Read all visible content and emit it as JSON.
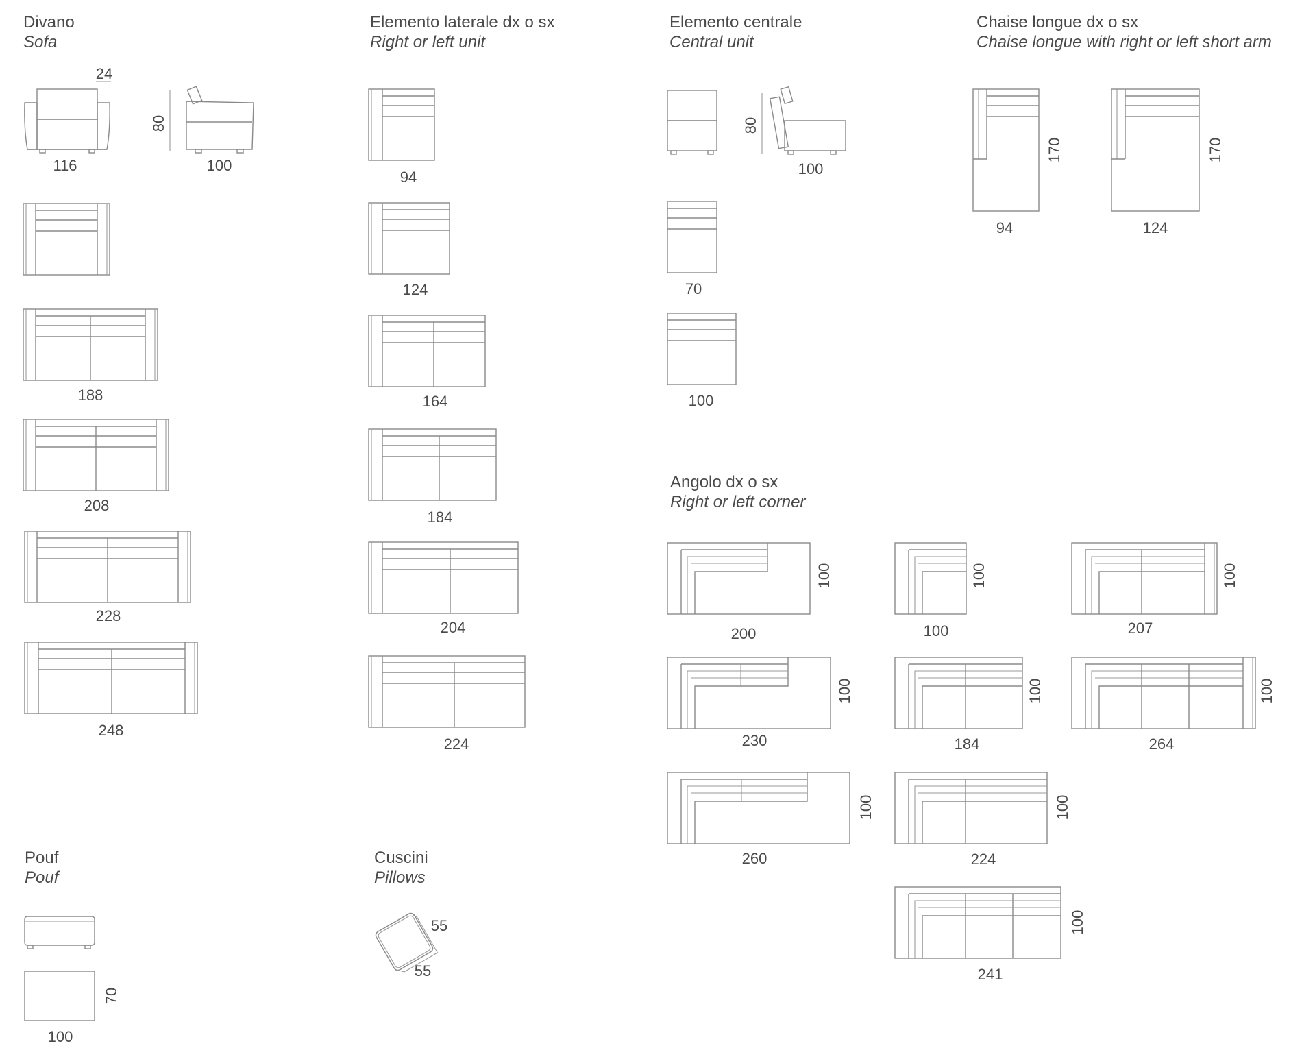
{
  "sections": {
    "sofa": {
      "title": "Divano",
      "subtitle": "Sofa"
    },
    "side_unit": {
      "title": "Elemento laterale dx o sx",
      "subtitle": "Right or left unit"
    },
    "central_unit": {
      "title": "Elemento centrale",
      "subtitle": "Central unit"
    },
    "chaise_longue": {
      "title": "Chaise longue dx o sx",
      "subtitle": "Chaise longue with right or left short arm"
    },
    "corner": {
      "title": "Angolo dx o sx",
      "subtitle": "Right or left corner"
    },
    "pouf": {
      "title": "Pouf",
      "subtitle": "Pouf"
    },
    "pillows": {
      "title": "Cuscini",
      "subtitle": "Pillows"
    }
  },
  "dimensions": {
    "sofa_arm_depth": "24",
    "sofa_height": "80",
    "sofa_front_width": "116",
    "sofa_side_depth": "100",
    "sofa_widths": [
      "188",
      "208",
      "228",
      "248"
    ],
    "side_widths": [
      "94",
      "124",
      "164",
      "184",
      "204",
      "224"
    ],
    "central_height": "80",
    "central_side_depth": "100",
    "central_widths": [
      "70",
      "100"
    ],
    "chaise_depth": "170",
    "chaise_widths": [
      "94",
      "124"
    ],
    "corner_depth": "100",
    "corner_widths": [
      "200",
      "230",
      "260",
      "100",
      "184",
      "224",
      "241",
      "207",
      "264"
    ],
    "pouf_depth": "70",
    "pouf_width": "100",
    "pillow_width": "55",
    "pillow_height": "55"
  }
}
